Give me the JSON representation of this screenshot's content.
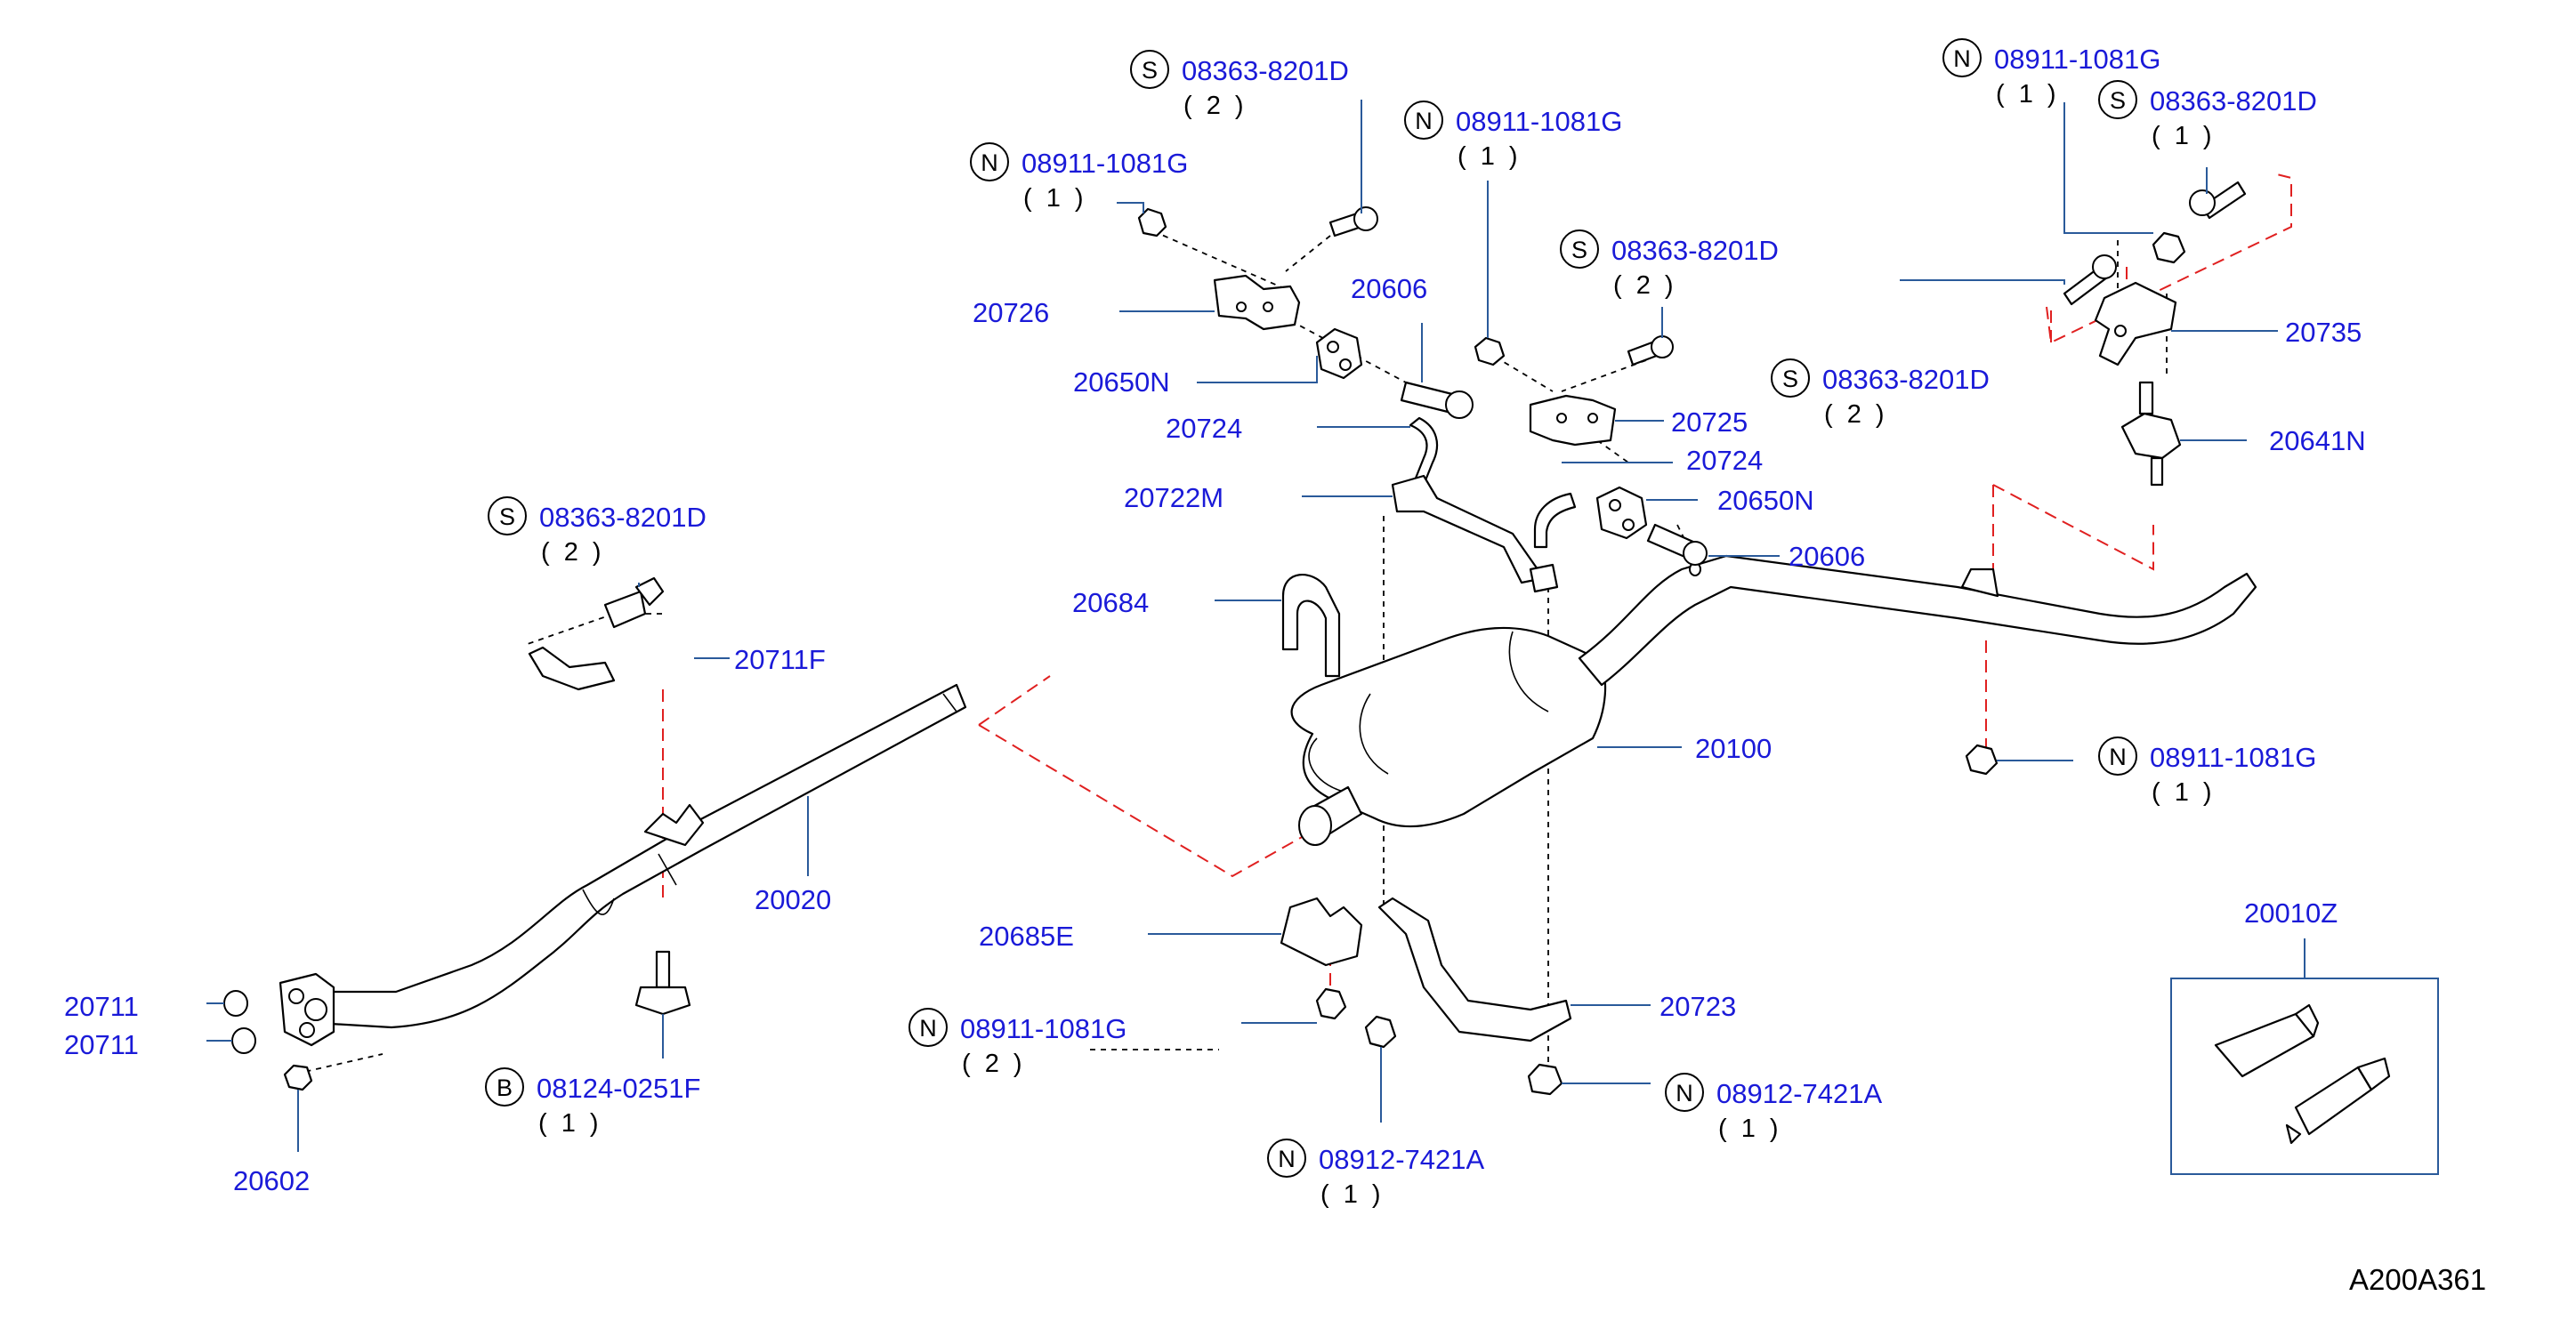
{
  "diagram": {
    "code": "A200A361",
    "callouts": [
      {
        "id": "s-08363-top",
        "prefix": "S",
        "part": "08363-8201D",
        "qty": "( 2 )"
      },
      {
        "id": "n-08911-left",
        "prefix": "N",
        "part": "08911-1081G",
        "qty": "( 1 )"
      },
      {
        "id": "n-08911-center",
        "prefix": "N",
        "part": "08911-1081G",
        "qty": "( 1 )"
      },
      {
        "id": "s-08363-center",
        "prefix": "S",
        "part": "08363-8201D",
        "qty": "( 2 )"
      },
      {
        "id": "n-08911-right-top",
        "prefix": "N",
        "part": "08911-1081G",
        "qty": "( 1 )"
      },
      {
        "id": "s-08363-right-top",
        "prefix": "S",
        "part": "08363-8201D",
        "qty": "( 1 )"
      },
      {
        "id": "s-08363-right-mid",
        "prefix": "S",
        "part": "08363-8201D",
        "qty": "( 2 )"
      },
      {
        "id": "s-08363-left",
        "prefix": "S",
        "part": "08363-8201D",
        "qty": "( 2 )"
      },
      {
        "id": "n-08911-right-low",
        "prefix": "N",
        "part": "08911-1081G",
        "qty": "( 1 )"
      },
      {
        "id": "n-08911-bottom",
        "prefix": "N",
        "part": "08911-1081G",
        "qty": "( 2 )"
      },
      {
        "id": "b-08124",
        "prefix": "B",
        "part": "08124-0251F",
        "qty": "( 1 )"
      },
      {
        "id": "n-08912-bottom",
        "prefix": "N",
        "part": "08912-7421A",
        "qty": "( 1 )"
      },
      {
        "id": "n-08912-right",
        "prefix": "N",
        "part": "08912-7421A",
        "qty": "( 1 )"
      }
    ],
    "labels": [
      {
        "id": "20726",
        "text": "20726"
      },
      {
        "id": "20606-top",
        "text": "20606"
      },
      {
        "id": "20650N-top",
        "text": "20650N"
      },
      {
        "id": "20724-left",
        "text": "20724"
      },
      {
        "id": "20725",
        "text": "20725"
      },
      {
        "id": "20724-right",
        "text": "20724"
      },
      {
        "id": "20722M",
        "text": "20722M"
      },
      {
        "id": "20650N-right",
        "text": "20650N"
      },
      {
        "id": "20606-right",
        "text": "20606"
      },
      {
        "id": "20684",
        "text": "20684"
      },
      {
        "id": "20711F",
        "text": "20711F"
      },
      {
        "id": "20100",
        "text": "20100"
      },
      {
        "id": "20735",
        "text": "20735"
      },
      {
        "id": "20641N",
        "text": "20641N"
      },
      {
        "id": "20020",
        "text": "20020"
      },
      {
        "id": "20685E",
        "text": "20685E"
      },
      {
        "id": "20723",
        "text": "20723"
      },
      {
        "id": "20711-a",
        "text": "20711"
      },
      {
        "id": "20711-b",
        "text": "20711"
      },
      {
        "id": "20602",
        "text": "20602"
      },
      {
        "id": "20010Z",
        "text": "20010Z"
      }
    ]
  }
}
